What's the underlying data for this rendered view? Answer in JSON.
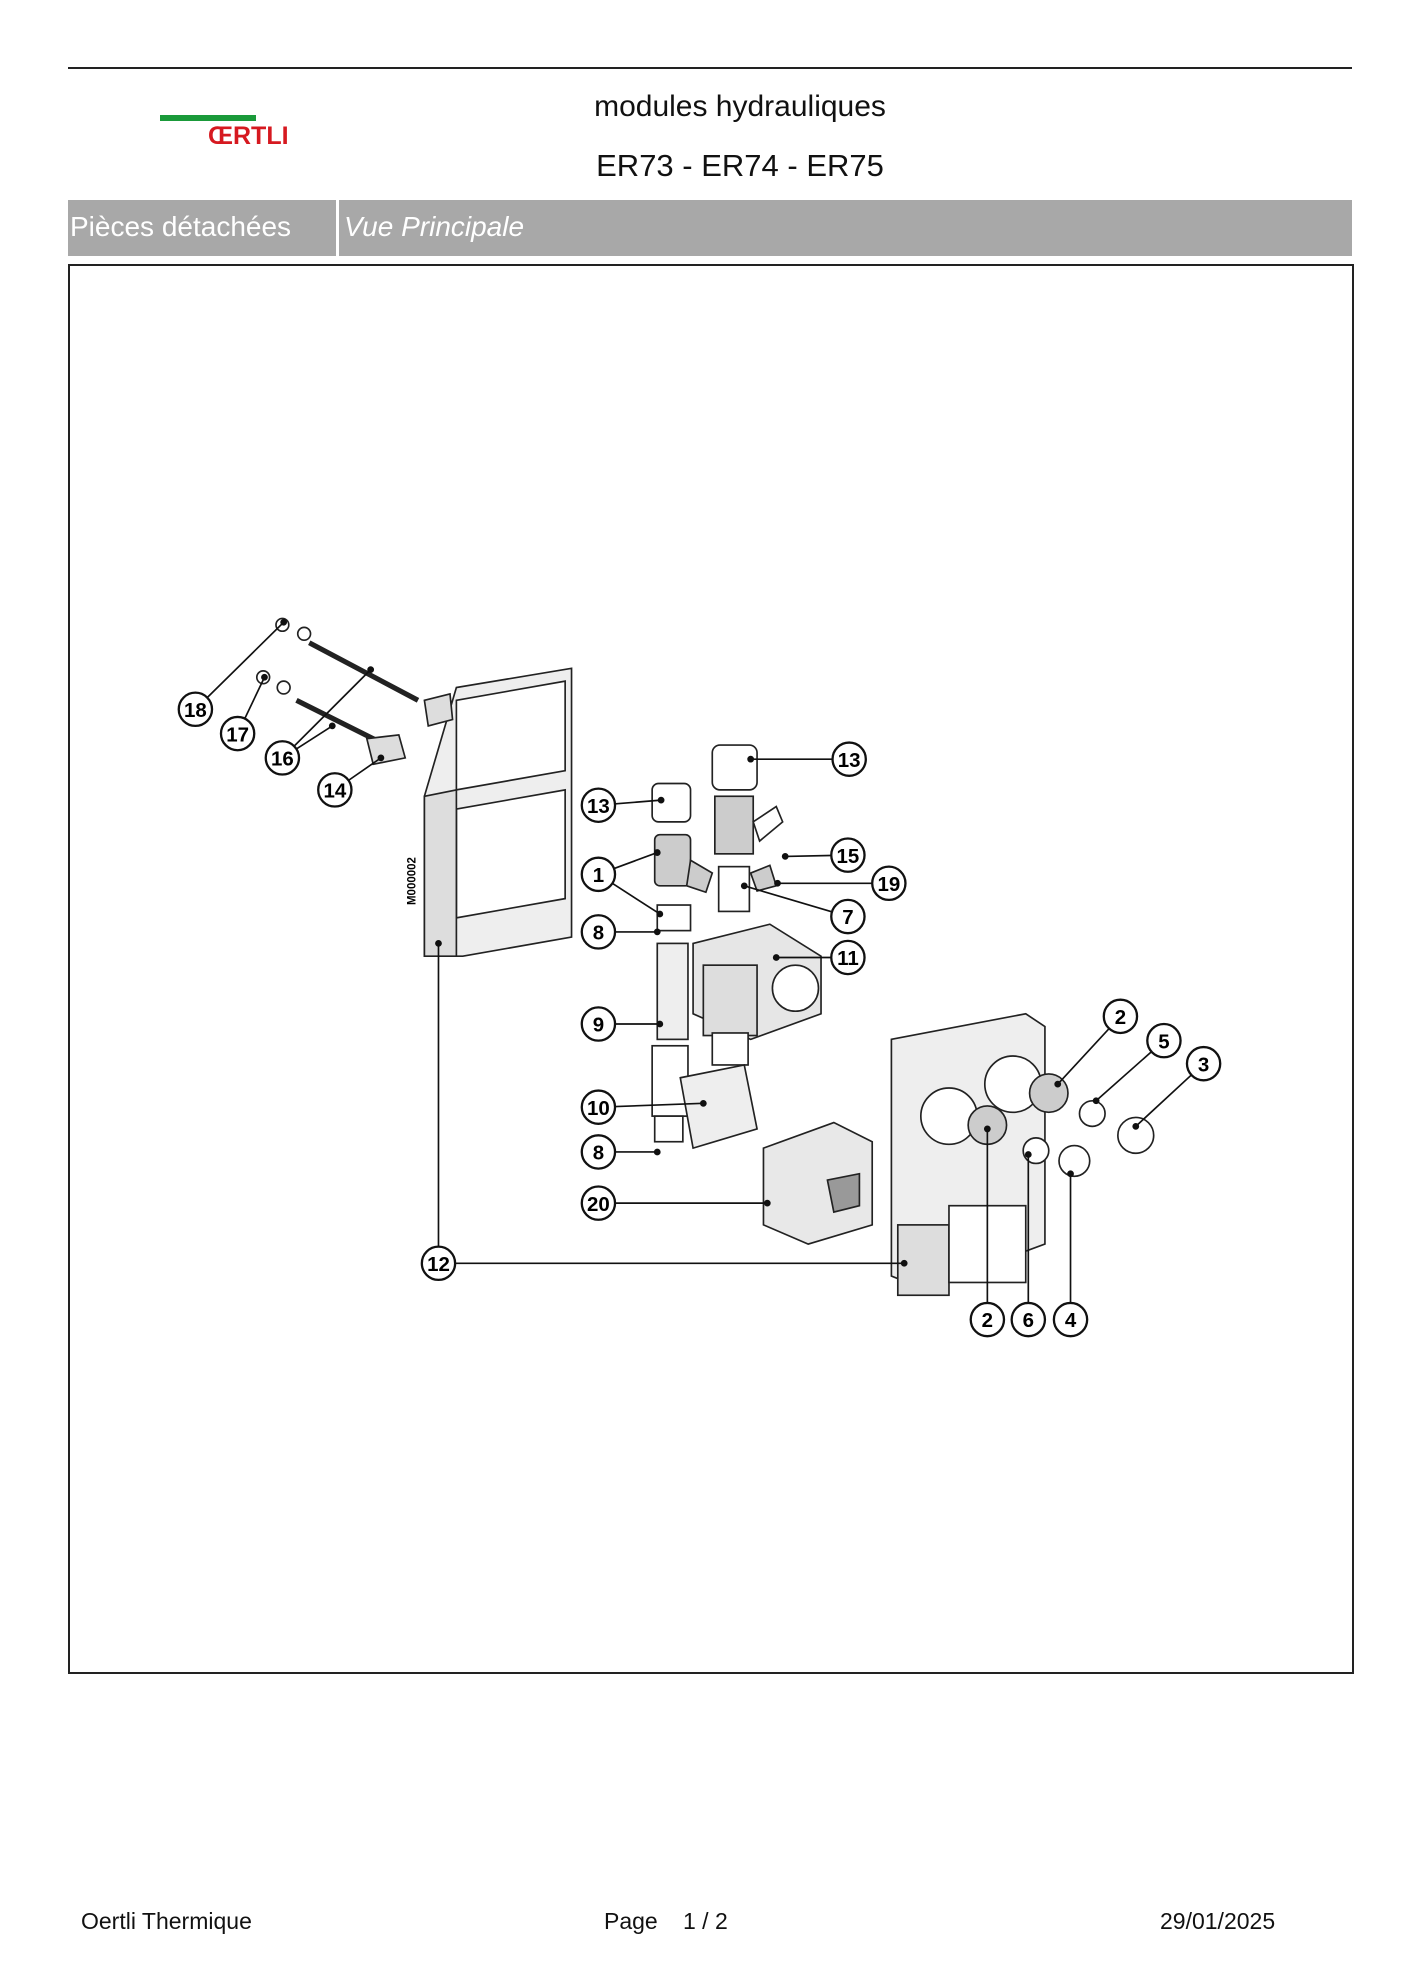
{
  "header": {
    "logo_text": "ŒRTLI",
    "title": "modules hydrauliques",
    "models": "ER73 - ER74 - ER75"
  },
  "section_bar": {
    "left": "Pièces détachées",
    "right": "Vue Principale"
  },
  "diagram": {
    "drawing_code": "M000002",
    "callouts": [
      "18",
      "17",
      "16",
      "14",
      "13",
      "13",
      "15",
      "19",
      "1",
      "7",
      "8",
      "11",
      "9",
      "10",
      "8",
      "20",
      "12",
      "2",
      "5",
      "3",
      "2",
      "6",
      "4"
    ]
  },
  "footer": {
    "company": "Oertli Thermique",
    "page_label": "Page",
    "page": "1 / 2",
    "date": "29/01/2025"
  },
  "colors": {
    "logo_green": "#1a9a3a",
    "logo_red": "#d61920",
    "bar_gray": "#a8a8a8"
  }
}
